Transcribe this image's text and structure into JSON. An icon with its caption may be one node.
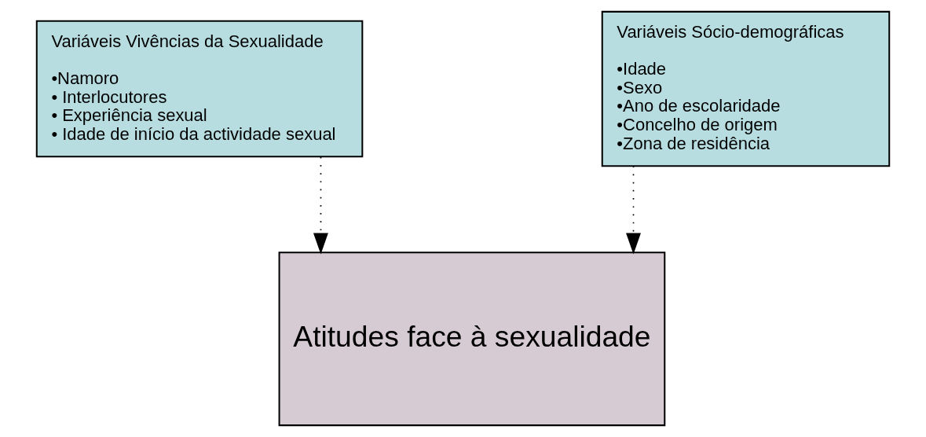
{
  "diagram": {
    "nodes": [
      {
        "text": [
          "Variáveis Vivências da Sexualidade",
          "•Namoro",
          "• Interlocutores",
          "• Experiência sexual",
          "• Idade de início da actividade sexual"
        ]
      },
      {
        "text": [
          "Variáveis Sócio-demográficas",
          "•Idade",
          "•Sexo",
          "•Ano de escolaridade",
          "•Concelho de origem",
          "•Zona de residência"
        ]
      },
      {
        "text": [
          "Atitudes face à sexualidade"
        ]
      }
    ],
    "edges": [
      {
        "from": 0,
        "to": 2,
        "arrow": "to",
        "style": "dashed"
      },
      {
        "from": 1,
        "to": 2,
        "arrow": "to",
        "style": "dashed"
      }
    ]
  }
}
